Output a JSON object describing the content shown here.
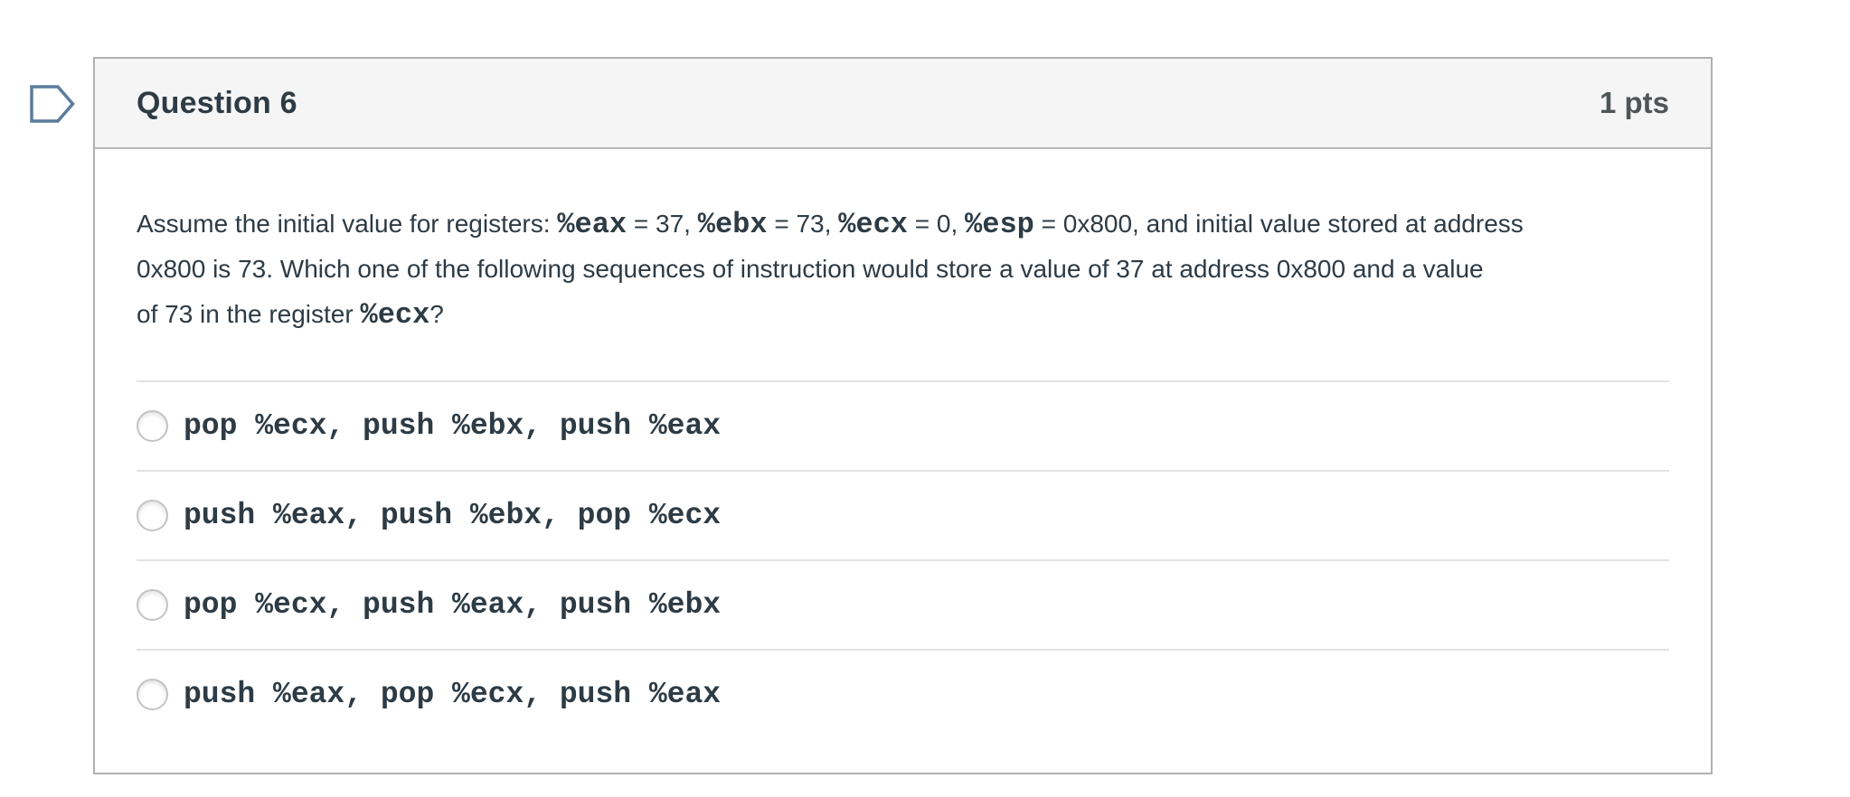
{
  "question": {
    "header": {
      "title": "Question 6",
      "points": "1 pts"
    },
    "body_lines": [
      {
        "segments": [
          {
            "text": "Assume the initial value for registers: "
          },
          {
            "text": "%eax",
            "mono": true
          },
          {
            "text": " = 37, "
          },
          {
            "text": "%ebx",
            "mono": true
          },
          {
            "text": " = 73, "
          },
          {
            "text": "%ecx",
            "mono": true
          },
          {
            "text": " = 0, "
          },
          {
            "text": "%esp",
            "mono": true
          },
          {
            "text": " = 0x800, and initial value stored at address"
          }
        ]
      },
      {
        "segments": [
          {
            "text": "0x800 is 73. Which one of the following sequences of instruction would store a value of 37 at address 0x800 and a value"
          }
        ]
      },
      {
        "segments": [
          {
            "text": "of 73 in the register "
          },
          {
            "text": "%ecx",
            "mono": true
          },
          {
            "text": "?"
          }
        ]
      }
    ],
    "answers": [
      {
        "label": "pop %ecx, push %ebx, push %eax",
        "selected": false
      },
      {
        "label": "push %eax, push %ebx, pop %ecx",
        "selected": false
      },
      {
        "label": "pop %ecx, push %eax, push %ebx",
        "selected": false
      },
      {
        "label": "push %eax, pop %ecx, push %eax",
        "selected": false
      }
    ]
  },
  "icons": {
    "flag": "flag-question-icon"
  },
  "colors": {
    "text": "#2d3b45",
    "points_text": "#4f5457",
    "header_bg": "#f5f5f5",
    "card_border": "#b1b1b1",
    "divider": "#e2e2e2",
    "flag_stroke": "#5b7c9b",
    "radio_border": "#c3c3c3"
  }
}
